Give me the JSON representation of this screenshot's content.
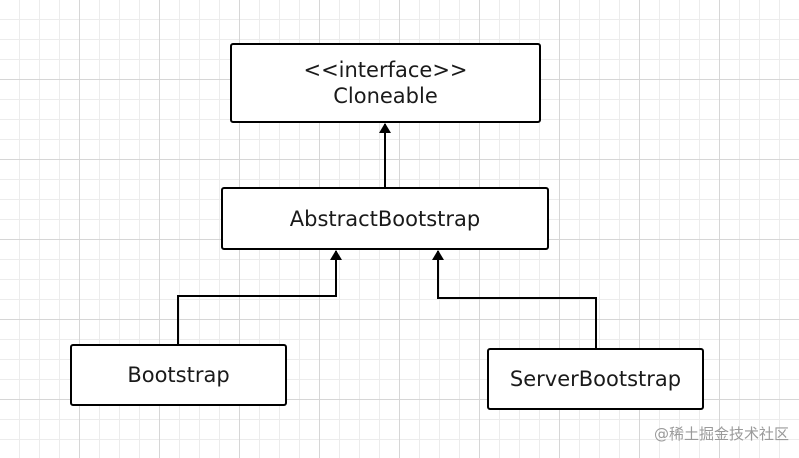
{
  "nodes": {
    "cloneable": {
      "stereotype": "<<interface>>",
      "name": "Cloneable"
    },
    "abstract_bootstrap": {
      "name": "AbstractBootstrap"
    },
    "bootstrap": {
      "name": "Bootstrap"
    },
    "server_bootstrap": {
      "name": "ServerBootstrap"
    }
  },
  "edges": [
    {
      "from": "AbstractBootstrap",
      "to": "Cloneable"
    },
    {
      "from": "Bootstrap",
      "to": "AbstractBootstrap"
    },
    {
      "from": "ServerBootstrap",
      "to": "AbstractBootstrap"
    }
  ],
  "watermark": "@稀土掘金技术社区"
}
